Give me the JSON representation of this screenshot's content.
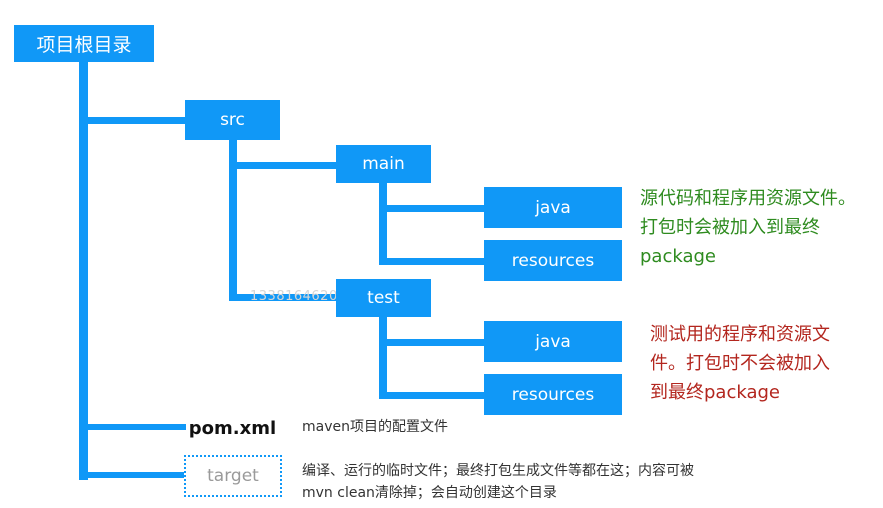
{
  "colors": {
    "node_blue": "#1098f7",
    "note_green": "#2e8b1f",
    "note_red": "#b3261e",
    "muted_gray": "#9a9a9a"
  },
  "nodes": {
    "root": "项目根目录",
    "src": "src",
    "main": "main",
    "main_java": "java",
    "main_resources": "resources",
    "test": "test",
    "test_java": "java",
    "test_resources": "resources",
    "pom": "pom.xml",
    "target": "target"
  },
  "notes": {
    "main_note": [
      "源代码和程序用资源文件。",
      "打包时会被加入到最终",
      "package"
    ],
    "test_note": [
      "测试用的程序和资源文",
      "件。打包时不会被加入",
      "到最终package"
    ]
  },
  "descriptions": {
    "pom": "maven项目的配置文件",
    "target": [
      "编译、运行的临时文件；最终打包生成文件等都在这；内容可被",
      "mvn clean清除掉；会自动创建这个目录"
    ]
  },
  "watermark": "1338164620"
}
